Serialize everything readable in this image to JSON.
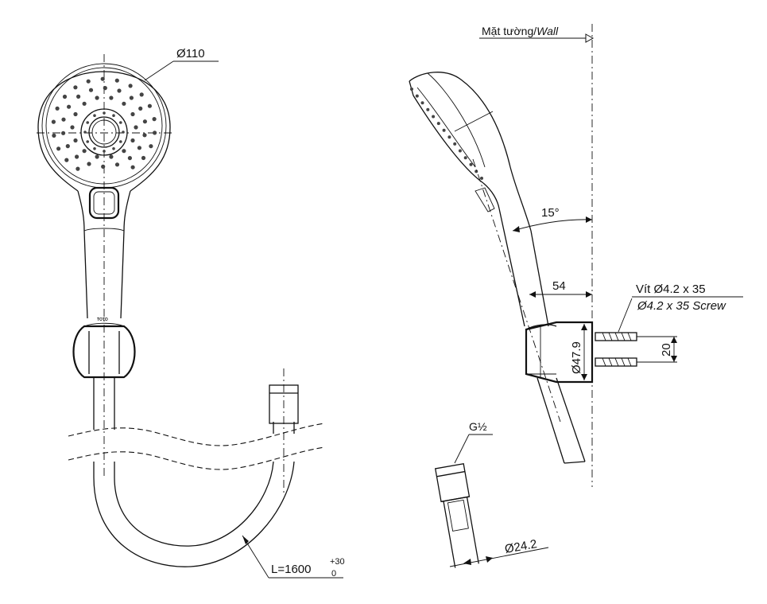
{
  "labels": {
    "head_diameter": "Ø110",
    "wall_label": "Mặt tường/",
    "wall_label_en": "Wall",
    "angle": "15°",
    "depth": "54",
    "screw_vi": "Vít Ø4.2 x 35",
    "screw_en": "Ø4.2 x 35 Screw",
    "screw_spacing": "20",
    "bracket_diameter": "Ø47.9",
    "thread": "G½",
    "nut_diameter": "Ø24.2",
    "hose_length": "L=1600",
    "hose_tol_upper": "+30",
    "hose_tol_lower": "0",
    "brand_mark": "TOTO"
  }
}
